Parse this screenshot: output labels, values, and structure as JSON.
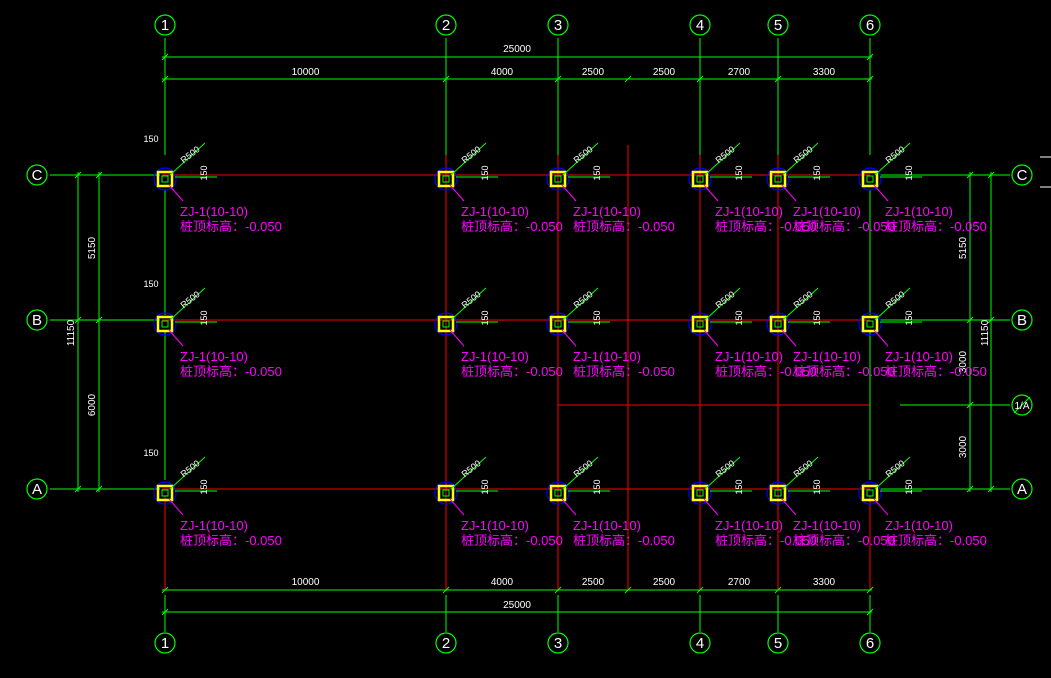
{
  "axes": {
    "columns": [
      "1",
      "2",
      "3",
      "4",
      "5",
      "6"
    ],
    "rows": [
      "C",
      "B",
      "A"
    ],
    "detail": "1/A"
  },
  "dimensions": {
    "overall_width": "25000",
    "spans": [
      "10000",
      "4000",
      "2500",
      "2500",
      "2700",
      "3300"
    ],
    "left_overall": "11150",
    "left_spans": [
      "5150",
      "6000"
    ],
    "right_overall": "11150",
    "right_spans": [
      "5150",
      "3000",
      "3000"
    ]
  },
  "foundations": {
    "code": "ZJ-1(10-10)",
    "elevation": "桩顶标高：-0.050",
    "radius_label": "R500",
    "offset_label": "150"
  },
  "colors": {
    "background": "#000000",
    "dimension": "#00FF00",
    "axis_line": "#FF0000",
    "label": "#FF00FF",
    "column_outline": "#FFFF00",
    "circle": "#0000FF",
    "text": "#FFFFFF"
  }
}
